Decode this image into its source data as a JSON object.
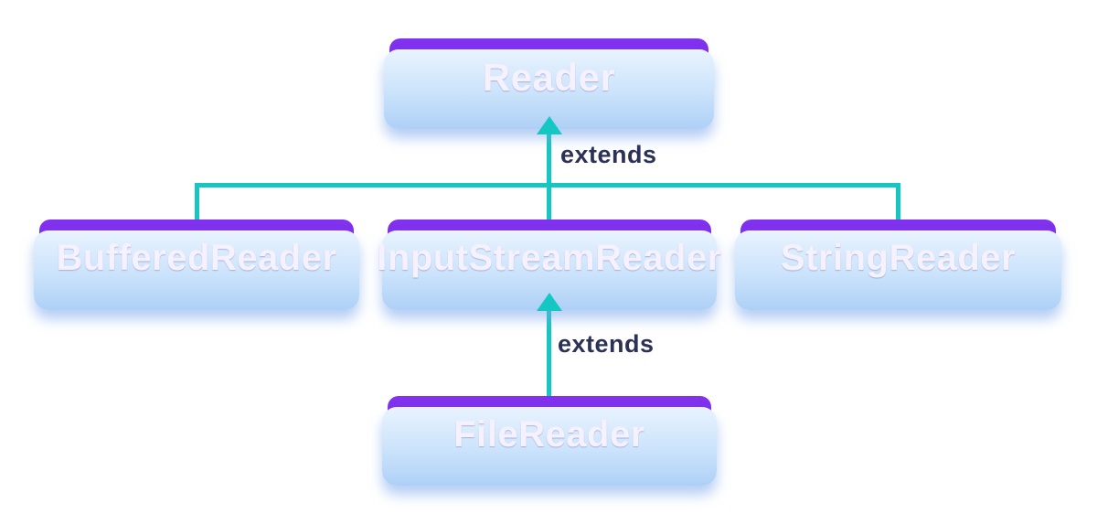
{
  "diagram_type": "class-hierarchy",
  "nodes": [
    {
      "id": "reader",
      "label": "Reader"
    },
    {
      "id": "buffered-reader",
      "label": "BufferedReader"
    },
    {
      "id": "input-stream-reader",
      "label": "InputStreamReader"
    },
    {
      "id": "string-reader",
      "label": "StringReader"
    },
    {
      "id": "file-reader",
      "label": "FileReader"
    }
  ],
  "edges": [
    {
      "from": [
        "buffered-reader",
        "input-stream-reader",
        "string-reader"
      ],
      "to": "reader",
      "label": "extends"
    },
    {
      "from": [
        "file-reader"
      ],
      "to": "input-stream-reader",
      "label": "extends"
    }
  ],
  "colors": {
    "node_fill_top": "#8133EF",
    "node_fill_mid": "#7C27E8",
    "node_fill_bottom": "#6A14D6",
    "node_text": "#F5F1FE",
    "node_shadow_top": "#E9F3FE",
    "node_shadow_mid": "#CBE3FB",
    "node_shadow_bottom": "#AED0F6",
    "connector": "#15C7C2",
    "edge_label": "#2B3157"
  }
}
